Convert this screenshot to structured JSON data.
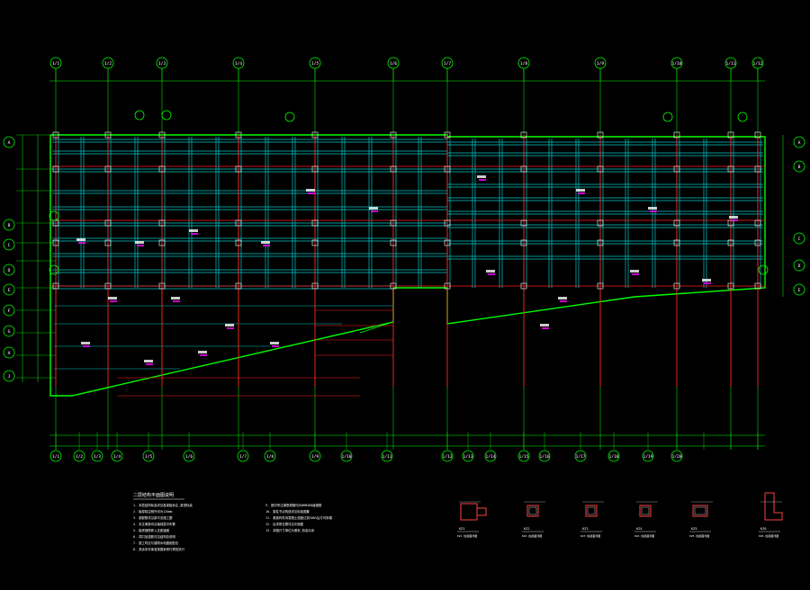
{
  "drawing": {
    "colors": {
      "background": "#000000",
      "grid": "#00ff00",
      "beam": "#00c8c8",
      "column": "#ff2020",
      "text": "#ffffff",
      "accent": "#ff00ff",
      "section": "#ff4040"
    },
    "top_axis_labels": [
      "1/1",
      "1/2",
      "1/3",
      "1/4",
      "1/5",
      "1/6",
      "1/7",
      "1/8",
      "1/9",
      "1/10",
      "1/11",
      "1/12"
    ],
    "bottom_axis_labels": [
      "1/1",
      "1/2",
      "1/3",
      "1/4",
      "1/5",
      "1/6",
      "1/7",
      "1/8",
      "1/9",
      "1/10",
      "1/11",
      "1/12",
      "1/13",
      "1/14",
      "1/15",
      "1/16",
      "1/17",
      "1/18",
      "1/19",
      "1/20"
    ],
    "left_axis_labels": [
      "A",
      "B",
      "C",
      "D",
      "E",
      "F",
      "G",
      "H",
      "J"
    ],
    "right_axis_labels": [
      "A",
      "B",
      "C",
      "D",
      "E"
    ],
    "notes": {
      "title": "二层结构平面图说明",
      "left_lines": [
        "1. 本层结构标高详见各梁板标注,梁顶标高",
        "2. 板厚除注明外均为120mm",
        "3. 梁配筋详见梁平法施工图",
        "4. 未注明梁均沿轴线居中布置",
        "5. 板底钢筋伸入支座锚固",
        "6. 洞口加强筋详见结构总说明",
        "7. 施工时应与建筑水电图纸配合",
        "8. 其余未尽事宜按国家现行规范执行"
      ],
      "right_lines": [
        "9. 图中所注钢筋规格均为HRB400级钢筋",
        "10. 梁柱节点构造详见标准图集",
        "11. 悬挑构件待混凝土强度达到100%后方可拆模",
        "12. 后浇带位置详见平面图",
        "13. 本图尺寸单位为毫米,标高为米"
      ]
    },
    "sections": [
      {
        "label": "KZ1",
        "caption": "KZ1 柱截面详图"
      },
      {
        "label": "KZ2",
        "caption": "KZ2 柱截面详图"
      },
      {
        "label": "KZ3",
        "caption": "KZ3 柱截面详图"
      },
      {
        "label": "KZ4",
        "caption": "KZ4 柱截面详图"
      },
      {
        "label": "KZ5",
        "caption": "KZ5 柱截面详图"
      },
      {
        "label": "KZ6",
        "caption": "KZ6 柱截面详图"
      }
    ]
  }
}
